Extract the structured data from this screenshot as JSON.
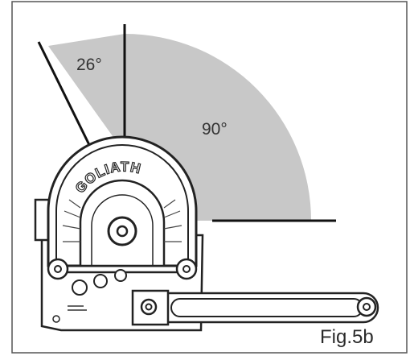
{
  "figure": {
    "angle_small_label": "26°",
    "angle_large_label": "90°",
    "brand_text": "GOLIATH",
    "caption": "Fig.5b"
  },
  "colors": {
    "sector_fill": "#c8c8c8",
    "line": "#111111",
    "frame": "#555555",
    "winch_fill": "#ffffff"
  },
  "icons": [
    "winch-icon",
    "crank-handle-icon",
    "bolt-icon"
  ]
}
